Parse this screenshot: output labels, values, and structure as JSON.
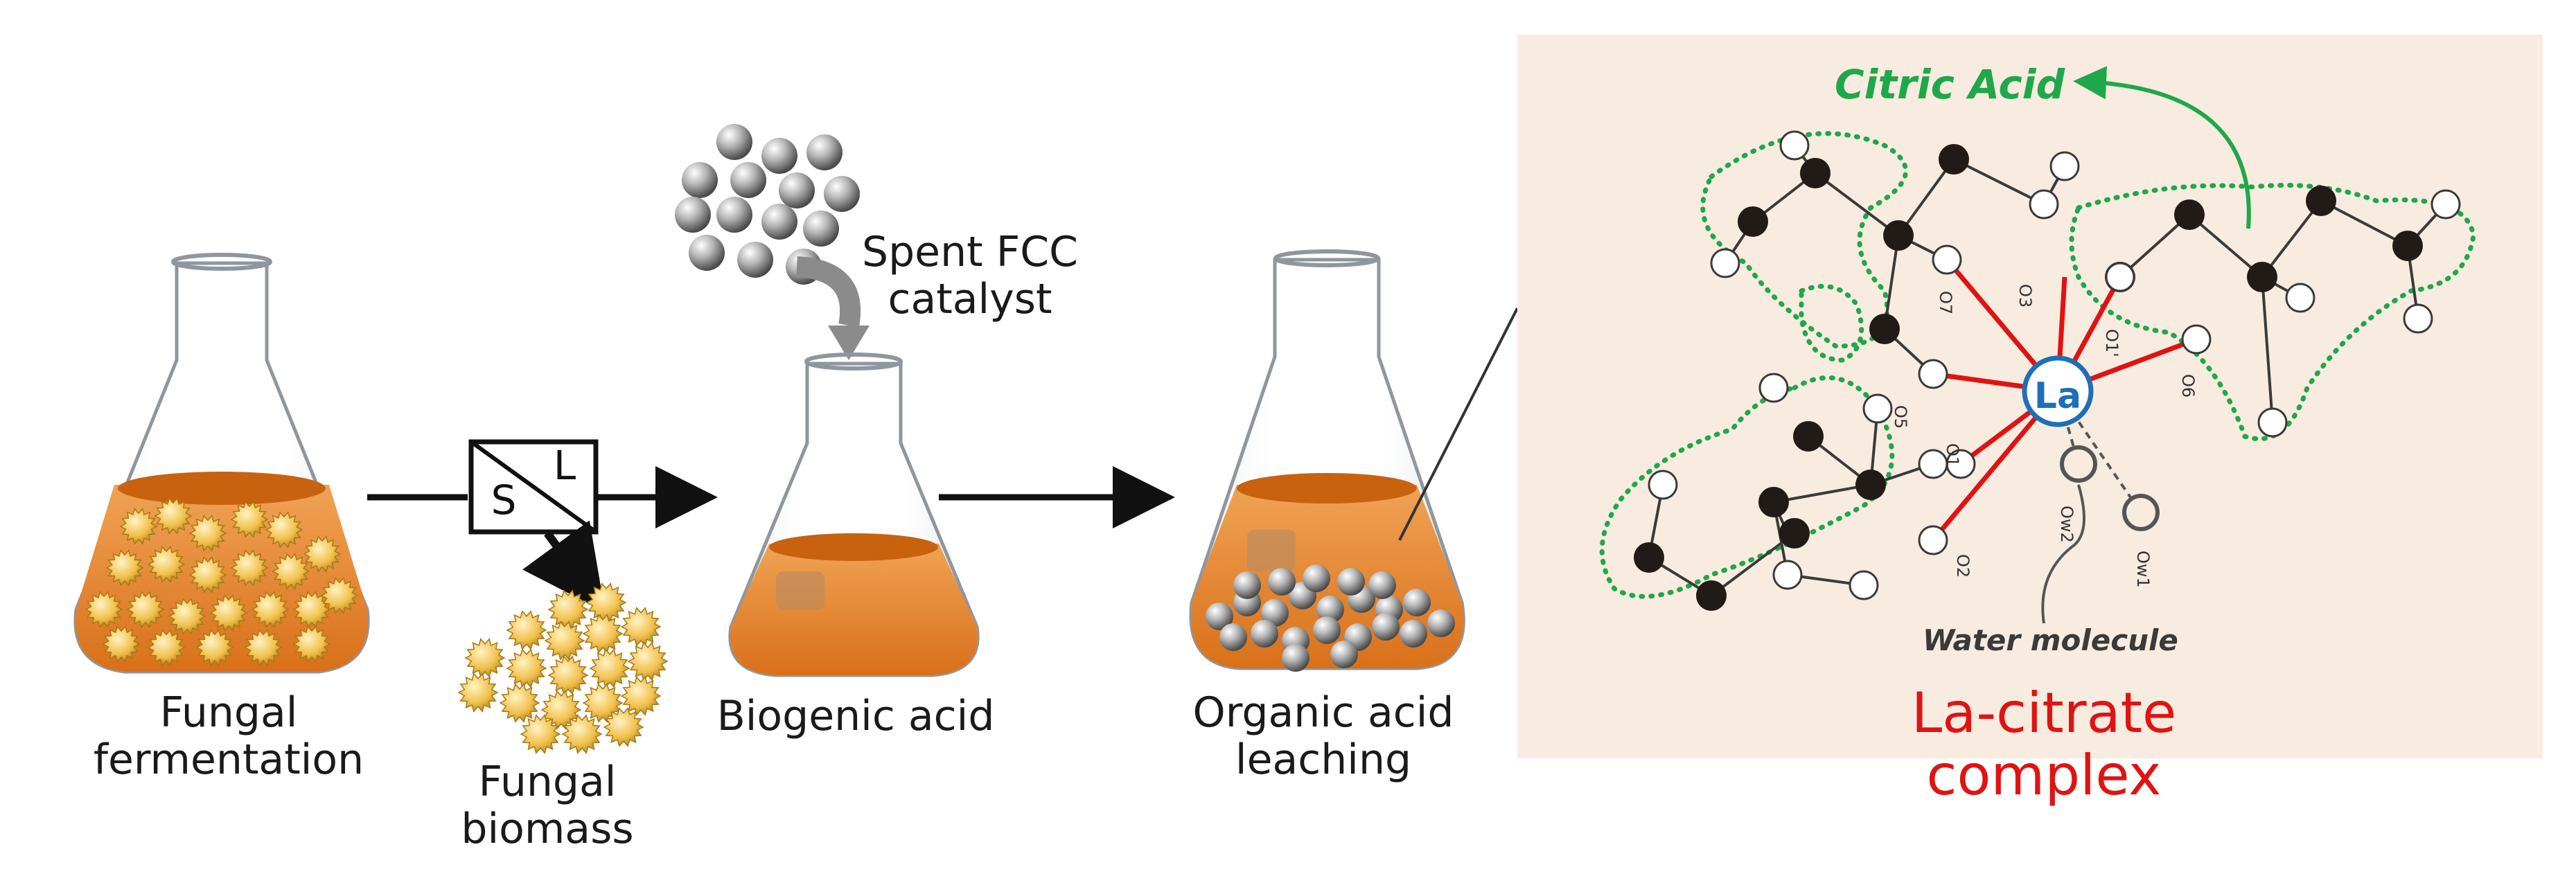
{
  "labels": {
    "fungal_fermentation": [
      "Fungal",
      "fermentation"
    ],
    "fungal_biomass": [
      "Fungal",
      "biomass"
    ],
    "biogenic_acid": "Biogenic acid",
    "spent_fcc": [
      "Spent FCC",
      "catalyst"
    ],
    "organic_acid_leaching": [
      "Organic acid",
      "leaching"
    ],
    "separator_s": "S",
    "separator_l": "L"
  },
  "complex_panel": {
    "citric_acid": "Citric Acid",
    "la": "La",
    "water_molecule": "Water molecule",
    "title": "La-citrate complex",
    "oxygen_labels": [
      "O7",
      "O3",
      "O1'",
      "O6",
      "O5",
      "O1",
      "O2",
      "Ow2",
      "Ow1"
    ]
  },
  "colors": {
    "liquid": "#e88a2c",
    "liquid_dark": "#c8620f",
    "fungus": "#f2c14e",
    "citric_green": "#1ea84b",
    "bond_red": "#e01313",
    "la_blue": "#1e6fb8",
    "panel_bg": "#f8ebe0"
  }
}
